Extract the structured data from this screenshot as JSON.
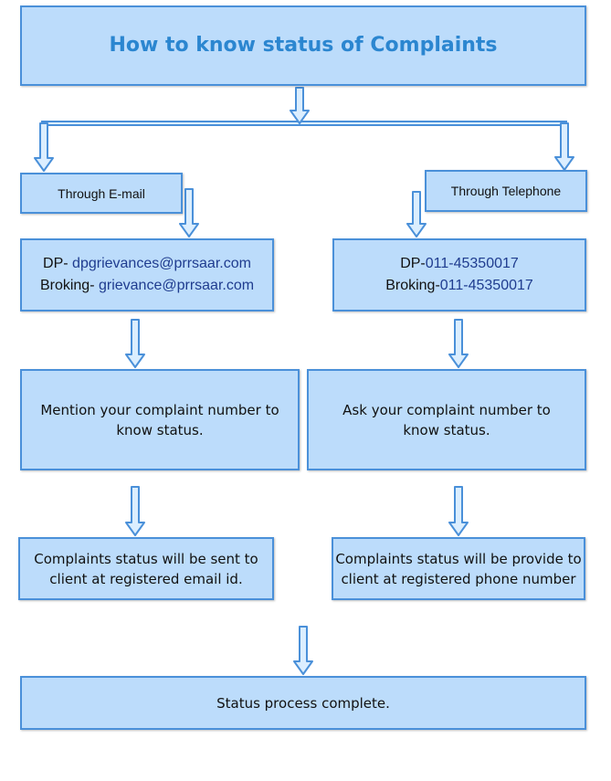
{
  "title": "How to know status of Complaints",
  "email_branch": {
    "label": "Through E-mail",
    "dp_prefix": "DP- ",
    "dp_email": "dpgrievances@prrsaar.com",
    "broking_prefix": "Broking- ",
    "broking_email": "grievance@prrsaar.com",
    "step_line1": "Mention your complaint number to",
    "step_line2": "know status.",
    "result_line1": "Complaints status will be sent to",
    "result_line2": "client at registered email id."
  },
  "telephone_branch": {
    "label": "Through Telephone",
    "dp_prefix": "DP-",
    "dp_phone": "011-45350017",
    "broking_prefix": "Broking-",
    "broking_phone": "011-45350017",
    "step_line1": "Ask your complaint number to",
    "step_line2": "know status.",
    "result_line1": "Complaints status will be provide to",
    "result_line2": "client at registered phone number"
  },
  "final_step": "Status process complete.",
  "colors": {
    "box_fill": "#bcdcfb",
    "box_border": "#4a90d9",
    "title_text": "#2b86d0",
    "contact_value_text": "#1f3c8f"
  }
}
